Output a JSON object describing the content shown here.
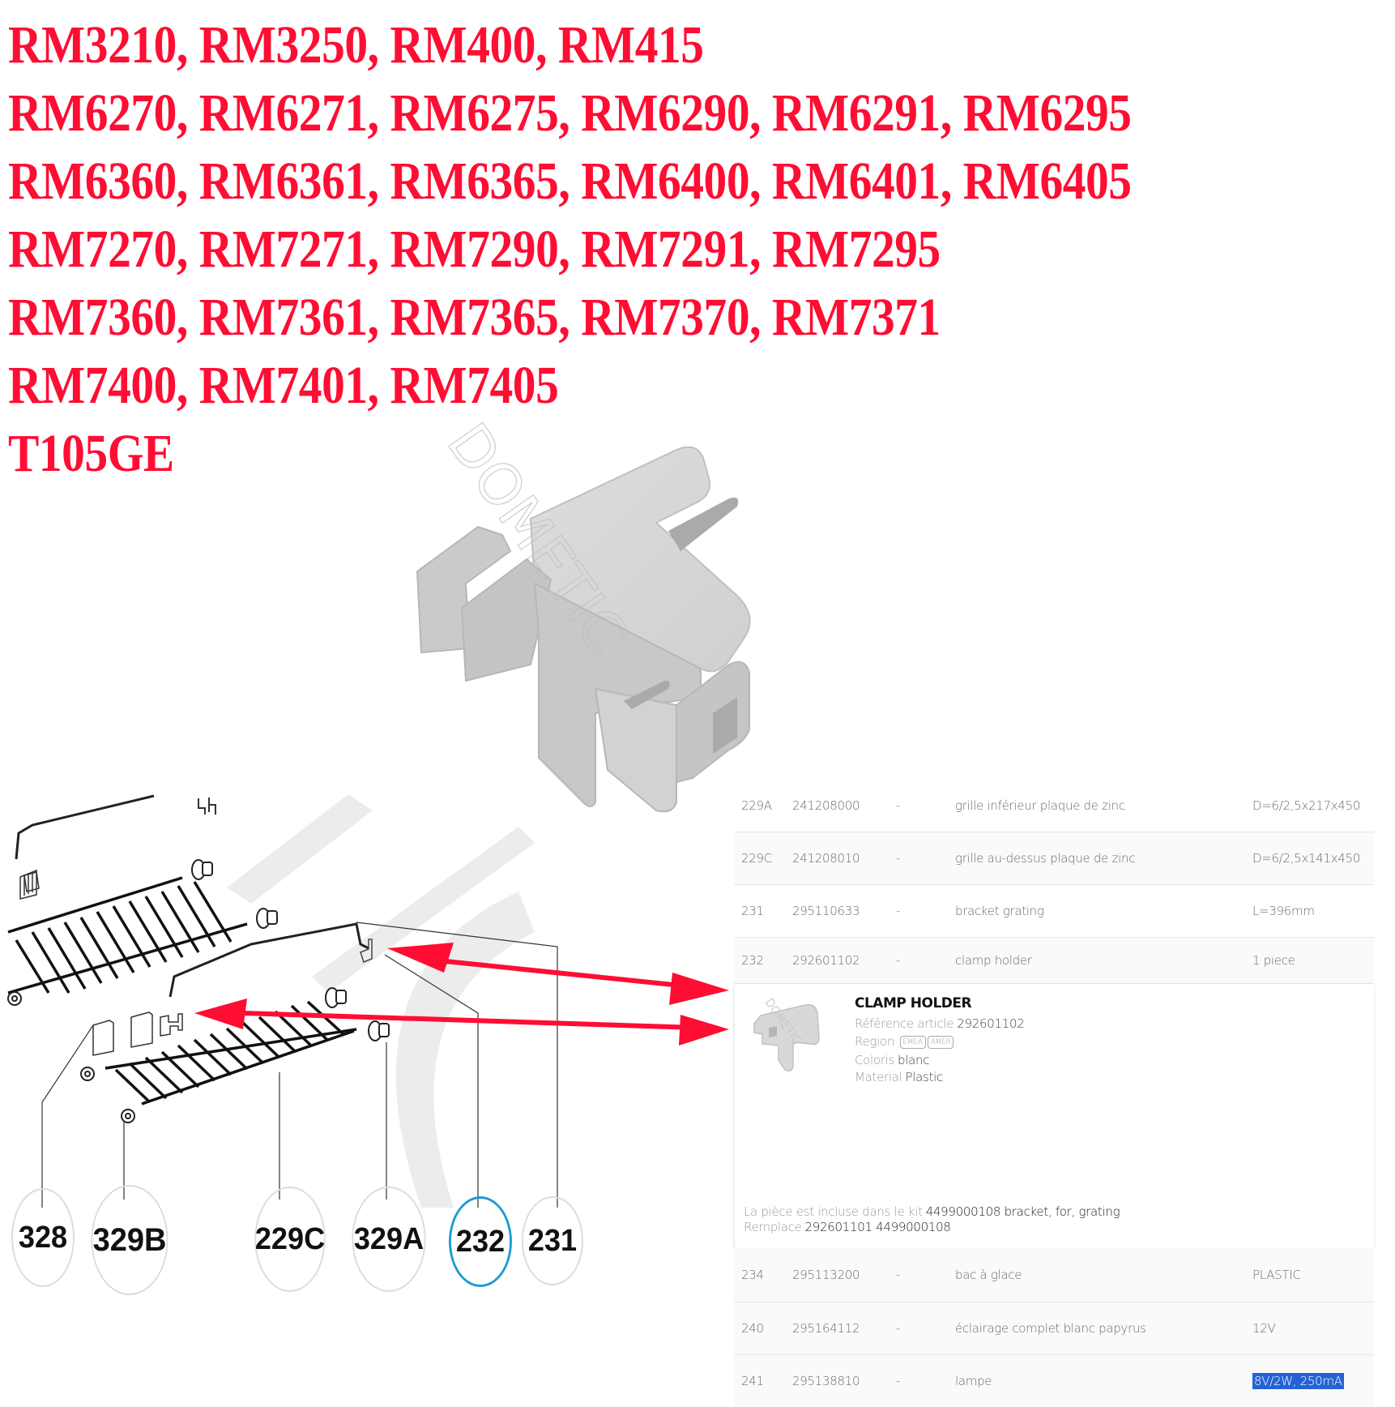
{
  "compatible_models": {
    "lines": [
      "RM3210, RM3250, RM400, RM415",
      "RM6270, RM6271, RM6275, RM6290, RM6291, RM6295",
      "RM6360, RM6361, RM6365, RM6400, RM6401, RM6405",
      "RM7270, RM7271, RM7290, RM7291, RM7295",
      "RM7360, RM7361, RM7365, RM7370, RM7371",
      "RM7400, RM7401, RM7405",
      "T105GE"
    ],
    "color": "#ff0d33"
  },
  "product_photo": {
    "watermark": "DOMETIC",
    "color": "#d2d4d3"
  },
  "diagram": {
    "callouts": [
      {
        "label": "328",
        "active": false
      },
      {
        "label": "329B",
        "active": false
      },
      {
        "label": "229C",
        "active": false
      },
      {
        "label": "329A",
        "active": false
      },
      {
        "label": "232",
        "active": true
      },
      {
        "label": "231",
        "active": false
      }
    ],
    "active_color": "#1a9bd1",
    "arrow_color": "#ff0d33"
  },
  "parts_table": {
    "rows_before": [
      {
        "pos": "229A",
        "ref": "241208000",
        "dash": "-",
        "desc": "grille inférieur plaque de zinc",
        "spec": "D=6/2,5x217x450"
      },
      {
        "pos": "229C",
        "ref": "241208010",
        "dash": "-",
        "desc": "grille au-dessus plaque de zinc",
        "spec": "D=6/2,5x141x450"
      },
      {
        "pos": "231",
        "ref": "295110633",
        "dash": "-",
        "desc": "bracket grating",
        "spec": "L=396mm"
      },
      {
        "pos": "232",
        "ref": "292601102",
        "dash": "-",
        "desc": "clamp holder",
        "spec": "1 piece"
      }
    ],
    "detail": {
      "title": "CLAMP HOLDER",
      "ref_label": "Référence article",
      "ref_value": "292601102",
      "region_label": "Region",
      "regions": [
        "EMEA",
        "AMER"
      ],
      "color_label": "Coloris",
      "color_value": "blanc",
      "material_label": "Material",
      "material_value": "Plastic",
      "kit_label": "La pièce est incluse dans le kit",
      "kit_value": "4499000108 bracket, for, grating",
      "replaces_label": "Remplace",
      "replaces_value": "292601101 4499000108"
    },
    "rows_after": [
      {
        "pos": "234",
        "ref": "295113200",
        "dash": "-",
        "desc": "bac à glace",
        "spec": "PLASTIC"
      },
      {
        "pos": "240",
        "ref": "295164112",
        "dash": "-",
        "desc": "éclairage complet blanc papyrus",
        "spec": "12V"
      },
      {
        "pos": "241",
        "ref": "295138810",
        "dash": "-",
        "desc": "lampe",
        "spec": "8V/2W, 250mA",
        "highlighted": true
      }
    ]
  }
}
